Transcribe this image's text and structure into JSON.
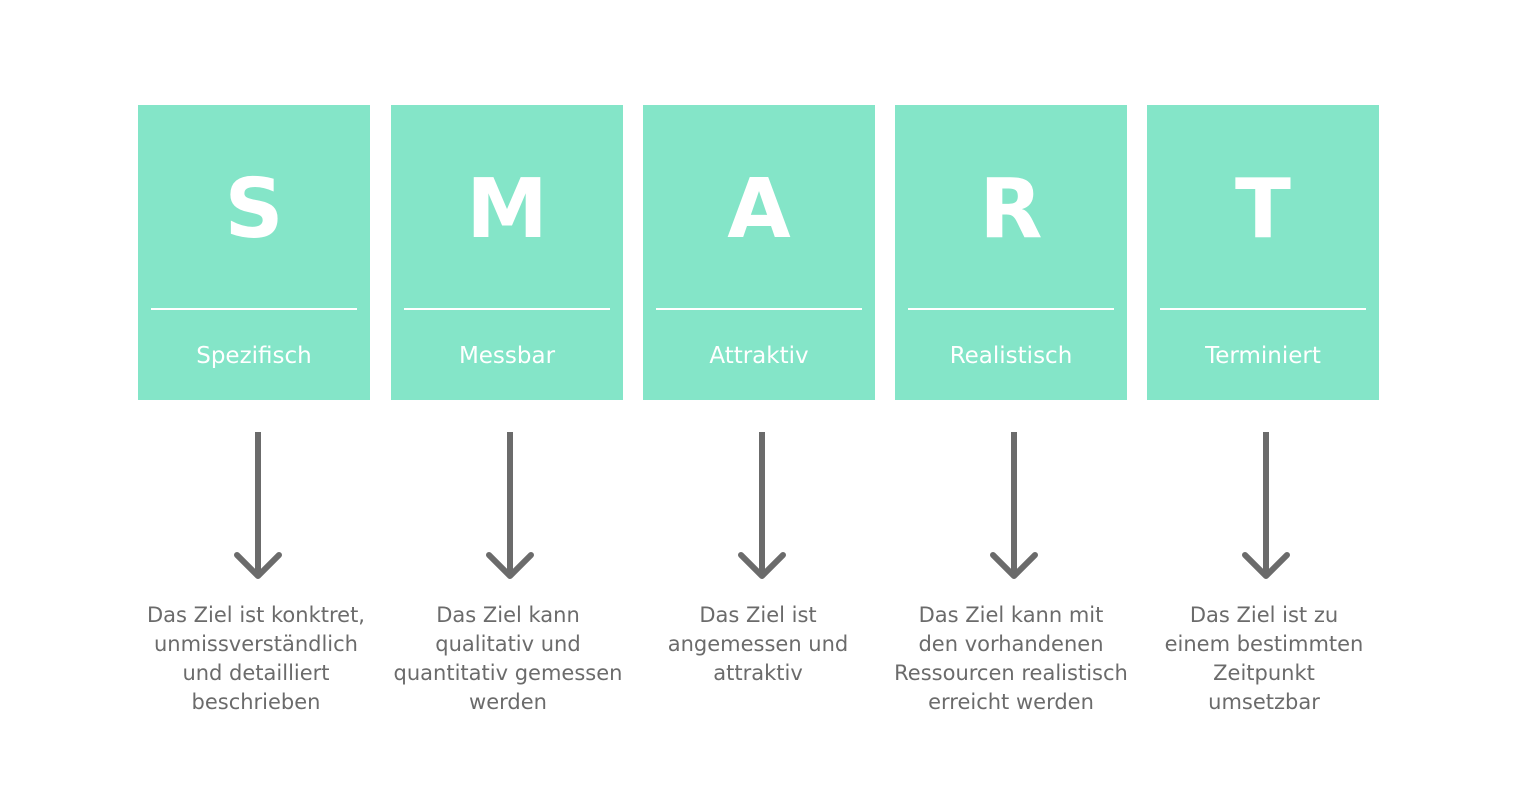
{
  "colors": {
    "card_background": "#84e5c8",
    "card_text": "#ffffff",
    "arrow": "#6b6b6b",
    "description_text": "#6b6b6b"
  },
  "items": [
    {
      "letter": "S",
      "term": "Spezifisch",
      "description": "Das Ziel ist konktret,\nunmissverständlich\nund detailliert\nbeschrieben"
    },
    {
      "letter": "M",
      "term": "Messbar",
      "description": "Das Ziel kann\nqualitativ und\nquantitativ gemessen\nwerden"
    },
    {
      "letter": "A",
      "term": "Attraktiv",
      "description": "Das Ziel ist\nangemessen und\nattraktiv"
    },
    {
      "letter": "R",
      "term": "Realistisch",
      "description": "Das Ziel kann mit\nden vorhandenen\nRessourcen realistisch\nerreicht werden"
    },
    {
      "letter": "T",
      "term": "Terminiert",
      "description": "Das Ziel ist zu\neinem bestimmten\nZeitpunkt\numsetzbar"
    }
  ]
}
